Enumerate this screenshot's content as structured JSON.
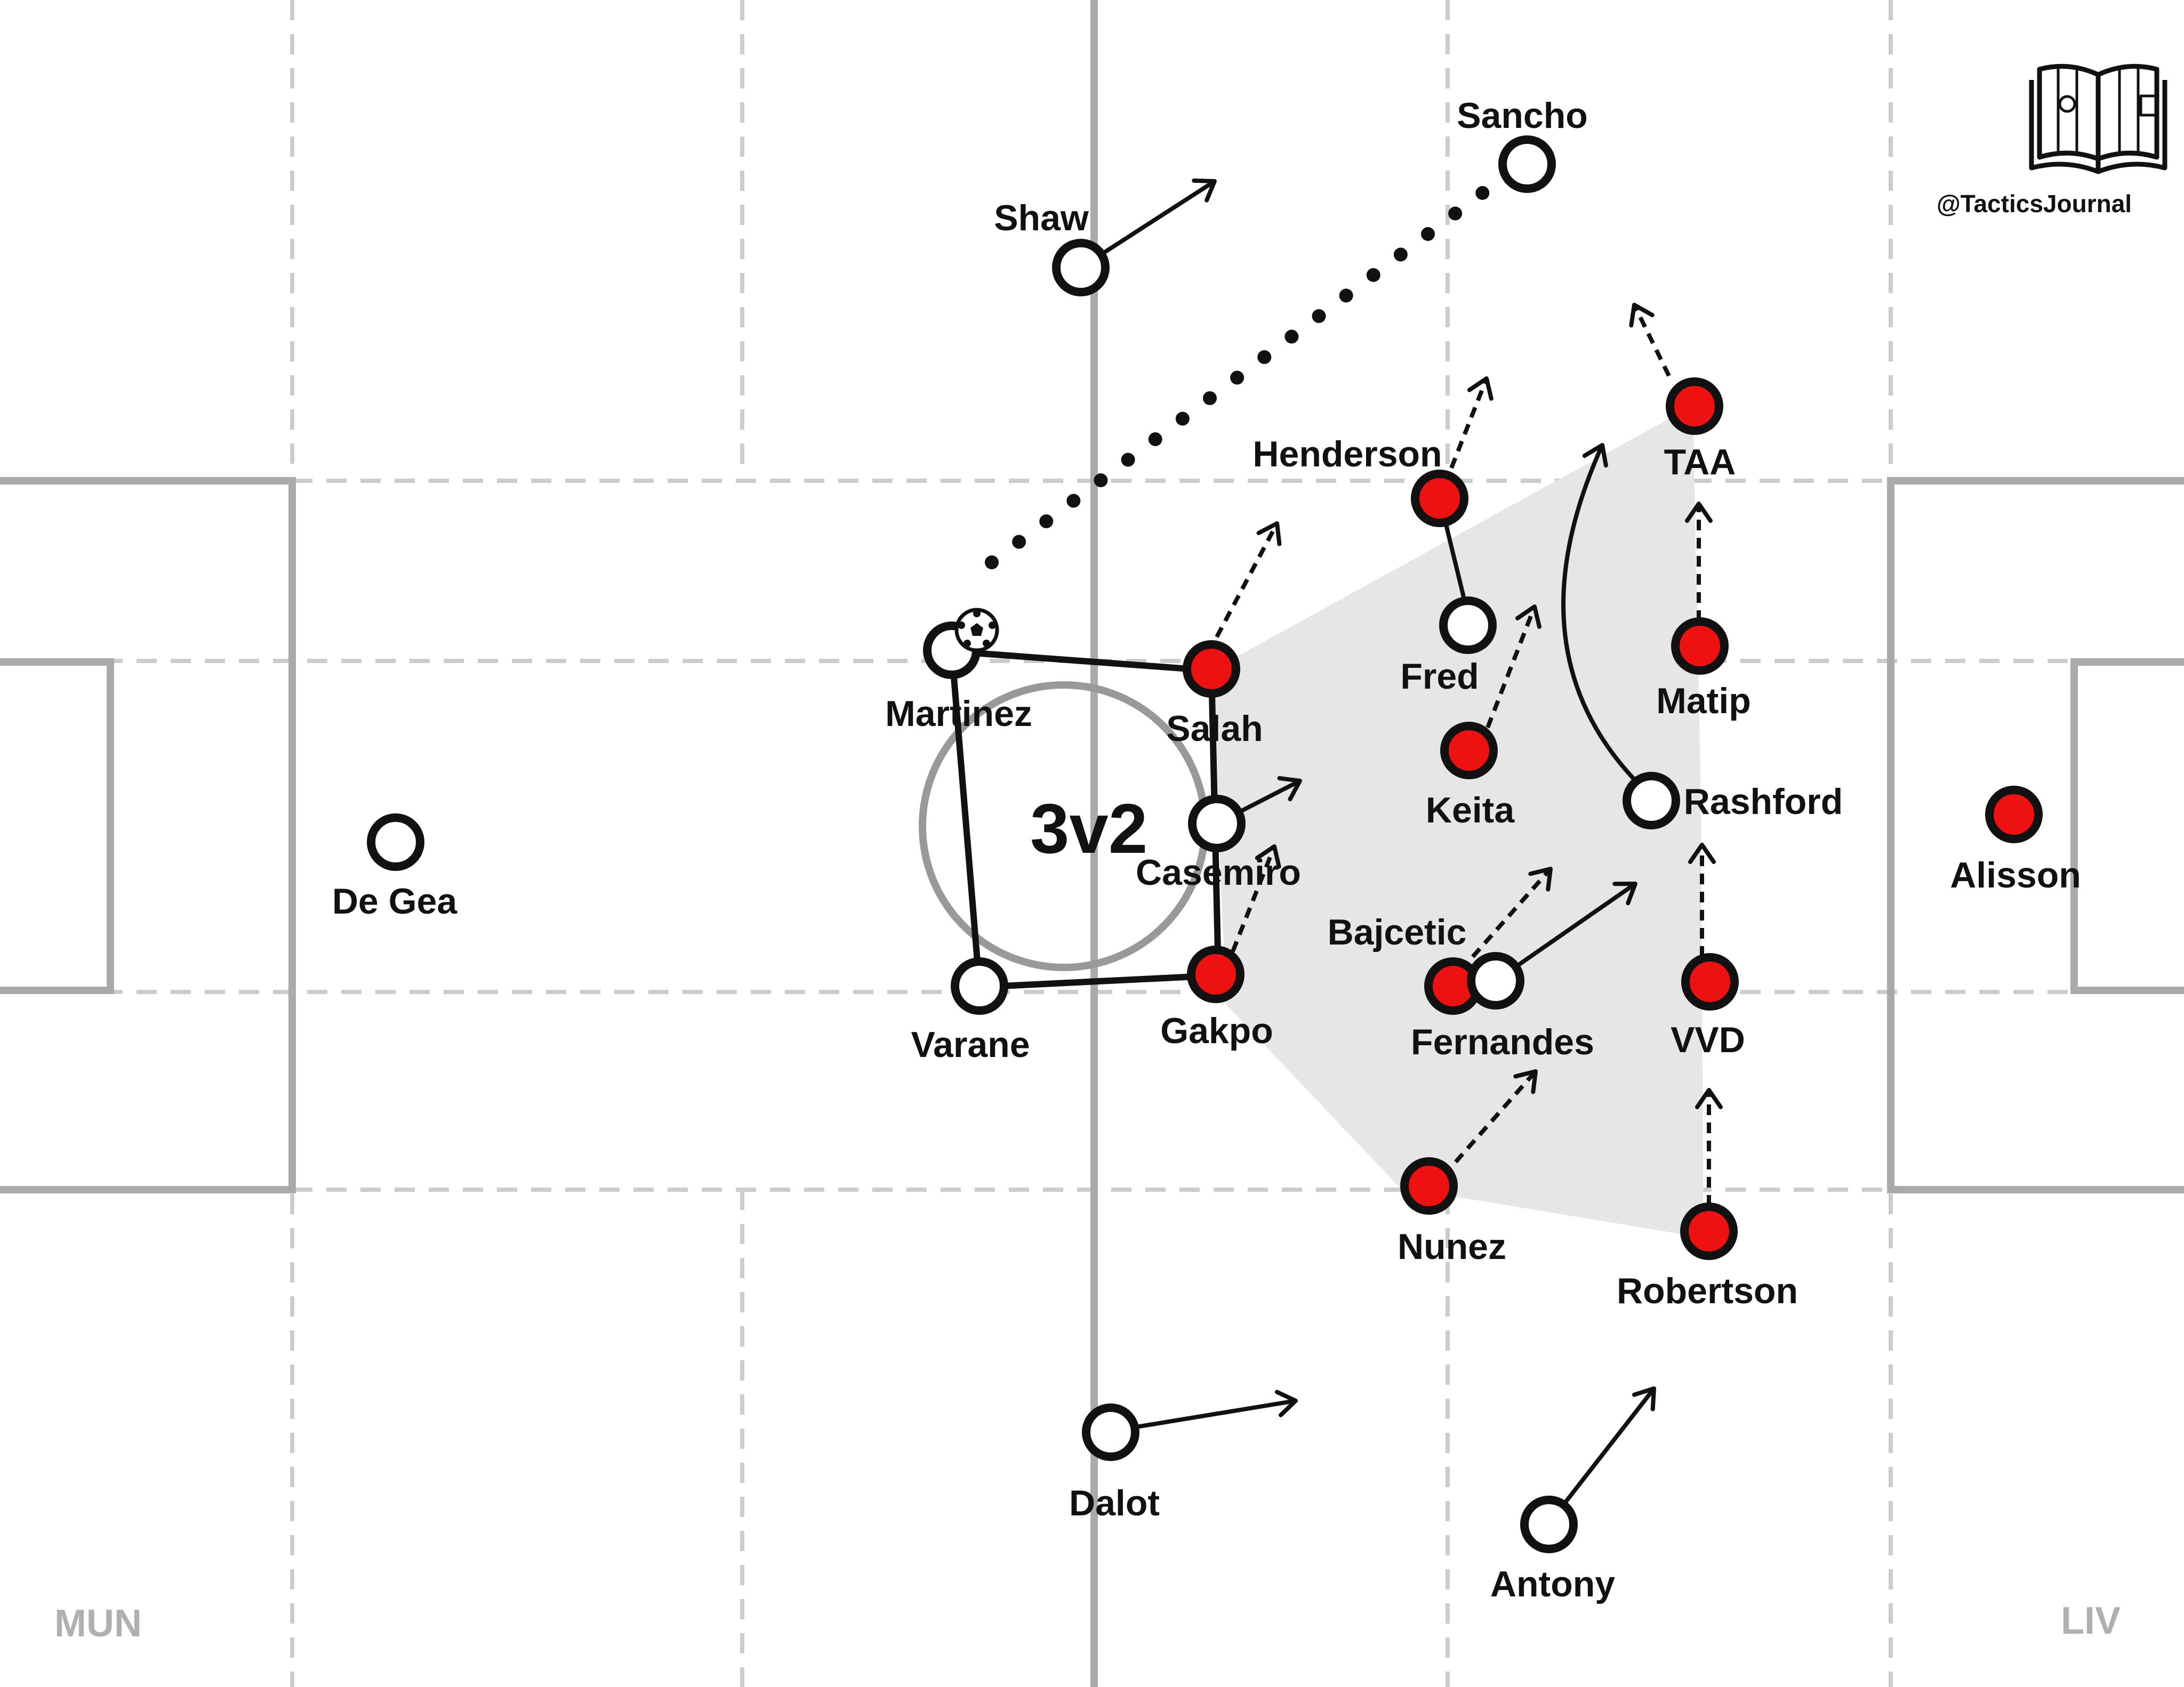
{
  "brand": {
    "handle": "@TacticsJournal",
    "logo_icon": "open-book-pitch-icon"
  },
  "teams": {
    "left": "MUN",
    "right": "LIV"
  },
  "overload_label": "3v2",
  "colors": {
    "home_fill": "#ffffff",
    "away_fill": "#ee1111",
    "outline": "#111111",
    "pitch_line": "#aaaaaa",
    "zone_line": "#cccccc",
    "shaded_area": "#e6e6e6"
  },
  "players": {
    "degea": "De Gea",
    "martinez": "Martinez",
    "varane": "Varane",
    "shaw": "Shaw",
    "sancho": "Sancho",
    "casemiro": "Casemiro",
    "fred": "Fred",
    "fernandes": "Fernandes",
    "rashford": "Rashford",
    "dalot": "Dalot",
    "antony": "Antony",
    "salah": "Salah",
    "gakpo": "Gakpo",
    "henderson": "Henderson",
    "keita": "Keita",
    "bajcetic": "Bajcetic",
    "nunez": "Nunez",
    "taa": "TAA",
    "matip": "Matip",
    "vvd": "VVD",
    "robertson": "Robertson",
    "alisson": "Alisson"
  }
}
